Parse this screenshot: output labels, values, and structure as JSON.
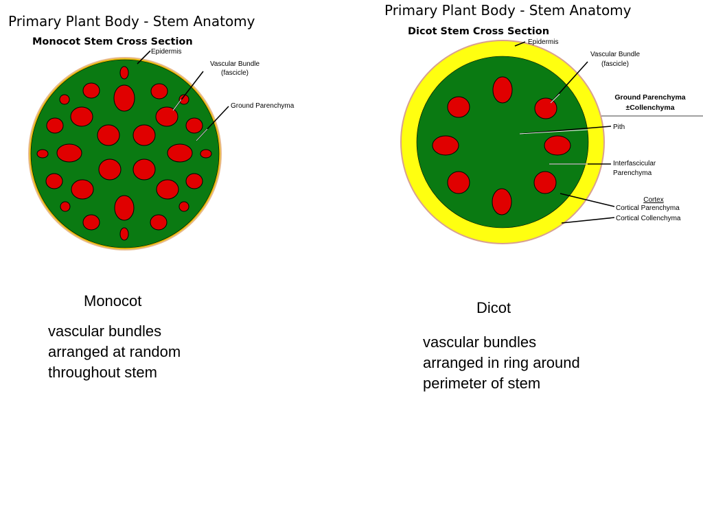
{
  "colors": {
    "ground": "#0a7a12",
    "bundle": "#e00000",
    "epidermis": "#e8b98c",
    "cortex": "#ffff10",
    "leader": "#ffffff",
    "text": "#000000"
  },
  "monocot": {
    "figure_title": "Primary Plant Body - Stem Anatomy",
    "section_title": "Monocot Stem Cross Section",
    "labels": {
      "epidermis": "Epidermis",
      "vascular_bundle_1": "Vascular Bundle",
      "vascular_bundle_2": "(fascicle)",
      "ground_parenchyma": "Ground Parenchyma"
    },
    "caption": "Monocot",
    "description": [
      "vascular bundles",
      "arranged at random",
      "throughout stem"
    ]
  },
  "dicot": {
    "figure_title": "Primary Plant Body - Stem Anatomy",
    "section_title": "Dicot Stem Cross Section",
    "labels": {
      "epidermis": "Epidermis",
      "vascular_bundle_1": "Vascular Bundle",
      "vascular_bundle_2": "(fascicle)",
      "ground_parenchyma_1": "Ground Parenchyma",
      "ground_parenchyma_2": "±Collenchyma",
      "pith": "Pith",
      "interfascicular_1": "Interfascicular",
      "interfascicular_2": "Parenchyma",
      "cortex": "Cortex",
      "cortical_parenchyma": "Cortical Parenchyma",
      "cortical_collenchyma": "Cortical Collenchyma"
    },
    "caption": "Dicot",
    "description": [
      "vascular bundles",
      "arranged in ring around",
      "perimeter of stem"
    ]
  }
}
